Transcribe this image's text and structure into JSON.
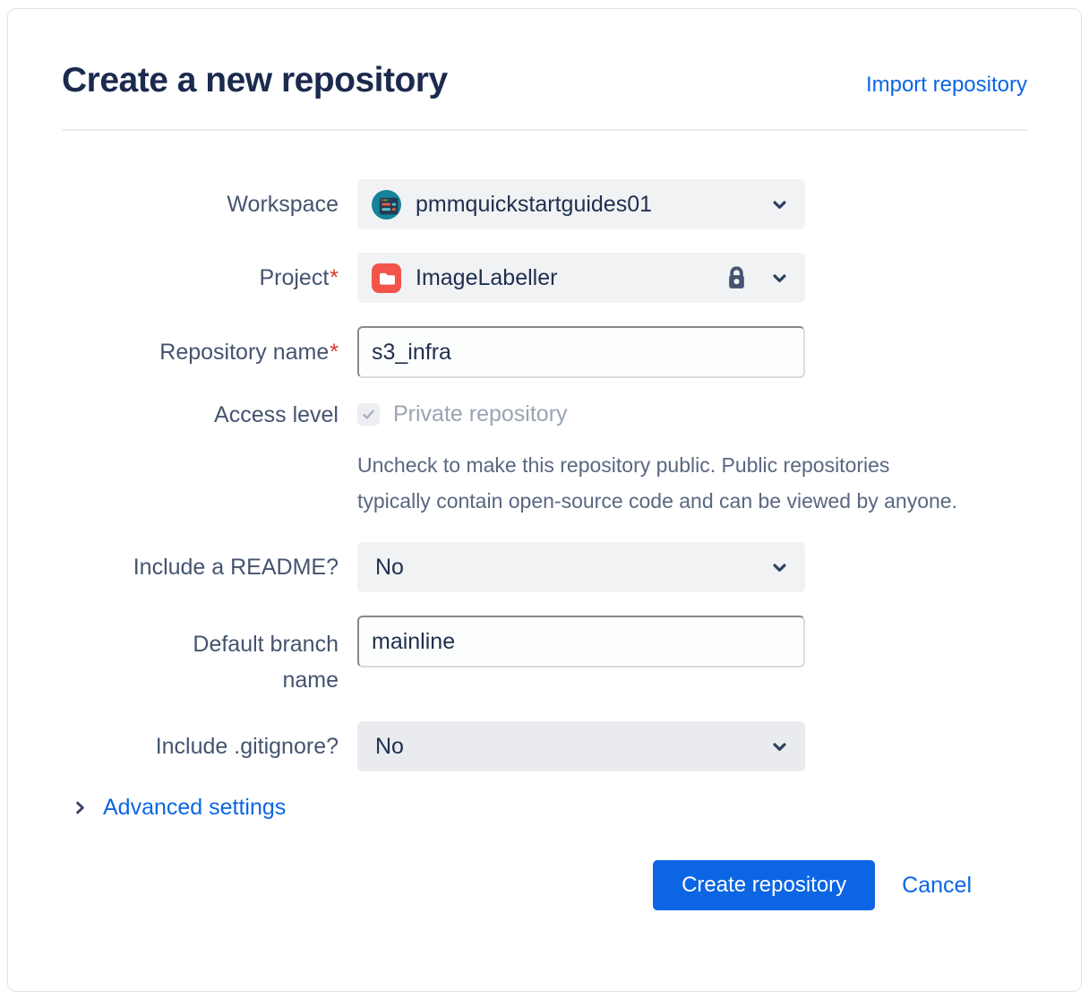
{
  "header": {
    "title": "Create a new repository",
    "import_link": "Import repository"
  },
  "form": {
    "required_mark": "*",
    "workspace": {
      "label": "Workspace",
      "value": "pmmquickstartguides01",
      "avatar_icon": "workspace-avatar-browser-window"
    },
    "project": {
      "label": "Project",
      "required": true,
      "value": "ImageLabeller",
      "avatar_icon": "project-avatar-folder",
      "lock_icon": "lock-icon"
    },
    "repository_name": {
      "label": "Repository name",
      "required": true,
      "value": "s3_infra"
    },
    "access_level": {
      "label": "Access level",
      "checkbox_label": "Private repository",
      "checked": true,
      "disabled": true,
      "help_text": "Uncheck to make this repository public. Public repositories typically contain open-source code and can be viewed by anyone."
    },
    "include_readme": {
      "label": "Include a README?",
      "value": "No"
    },
    "default_branch": {
      "label": "Default branch name",
      "value": "mainline"
    },
    "include_gitignore": {
      "label": "Include .gitignore?",
      "value": "No"
    },
    "advanced_settings": {
      "label": "Advanced settings"
    }
  },
  "actions": {
    "create_label": "Create repository",
    "cancel_label": "Cancel"
  },
  "icons": {
    "chevron_down": "chevron-down-icon",
    "chevron_right": "chevron-right-icon",
    "lock": "lock-icon",
    "checkmark": "checkmark-icon"
  },
  "colors": {
    "primary_blue": "#0C66E4",
    "title_navy": "#1B2A4E",
    "label_slate": "#44546F",
    "required_red": "#D83A2B",
    "select_background": "#F1F2F4",
    "avatar_teal": "#15839A",
    "project_red": "#F2544A",
    "lock_slate": "#44546F",
    "disabled_text": "#9AA4B3",
    "help_text": "#596780"
  }
}
